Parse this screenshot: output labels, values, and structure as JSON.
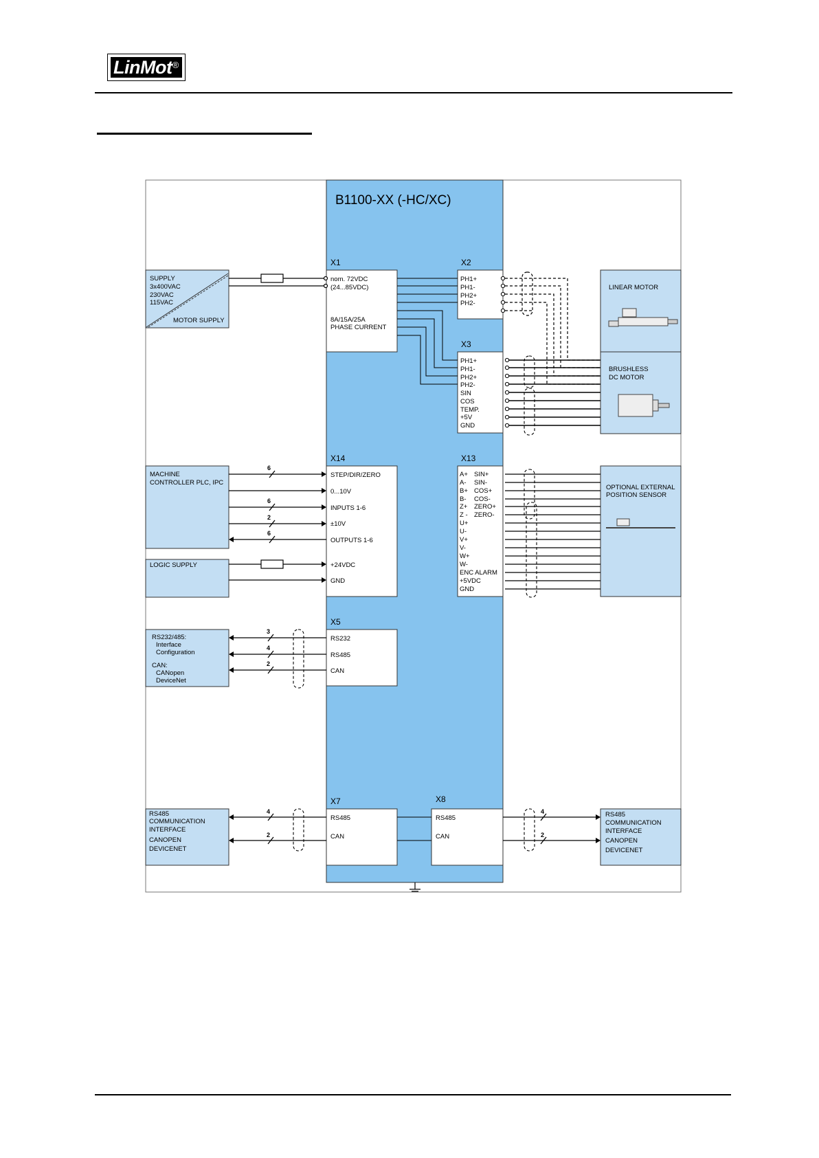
{
  "logo": {
    "text": "LinMot",
    "reg": "®"
  },
  "diagram": {
    "title": "B1100-XX (-HC/XC)",
    "x1": {
      "label": "X1",
      "lines": [
        "nom. 72VDC",
        "(24...85VDC)",
        "",
        "8A/15A/25A",
        "PHASE CURRENT"
      ]
    },
    "x2": {
      "label": "X2",
      "pins": [
        "PH1+",
        "PH1-",
        "PH2+",
        "PH2-"
      ]
    },
    "x3": {
      "label": "X3",
      "pins": [
        "PH1+",
        "PH1-",
        "PH2+",
        "PH2-",
        "SIN",
        "COS",
        "TEMP.",
        "+5V",
        "GND"
      ]
    },
    "x14": {
      "label": "X14",
      "pins": [
        "STEP/DIR/ZERO",
        "0...10V",
        "INPUTS 1-6",
        "±10V",
        "OUTPUTS 1-6",
        "+24VDC",
        "GND"
      ]
    },
    "x13": {
      "label": "X13",
      "pins": [
        "A+",
        "A-",
        "B+",
        "B-",
        "Z+",
        "Z -",
        "U+",
        "U-",
        "V+",
        "V-",
        "W+",
        "W-",
        "ENC ALARM",
        "+5VDC",
        "GND"
      ],
      "alt": [
        "SIN+",
        "SIN-",
        "COS+",
        "COS-",
        "ZERO+",
        "ZERO-"
      ]
    },
    "x5": {
      "label": "X5",
      "pins": [
        "RS232",
        "RS485",
        "CAN"
      ]
    },
    "x7": {
      "label": "X7",
      "pins": [
        "RS485",
        "CAN"
      ]
    },
    "x8": {
      "label": "X8",
      "pins": [
        "RS485",
        "CAN"
      ]
    },
    "supply": {
      "lines": [
        "SUPPLY",
        "3x400VAC",
        "230VAC",
        "115VAC"
      ],
      "motor_supply": "MOTOR SUPPLY"
    },
    "linear_motor": "LINEAR MOTOR",
    "brushless": [
      "BRUSHLESS",
      "DC MOTOR"
    ],
    "machine_controller": [
      "MACHINE",
      "CONTROLLER PLC, IPC"
    ],
    "logic_supply": "LOGIC SUPPLY",
    "rs232_box": [
      "RS232/485:",
      "Interface",
      "Configuration",
      "CAN:",
      "CANopen",
      "DeviceNet"
    ],
    "sensor": [
      "OPTIONAL EXTERNAL",
      "POSITION SENSOR"
    ],
    "comm_left": [
      "RS485",
      "COMMUNICATION",
      "INTERFACE",
      "CANOPEN",
      "DEVICENET"
    ],
    "comm_right": [
      "RS485",
      "COMMUNICATION",
      "INTERFACE",
      "CANOPEN",
      "DEVICENET"
    ],
    "bus_counts": {
      "x14": [
        "6",
        "",
        "6",
        "2",
        "6"
      ],
      "x5": [
        "3",
        "4",
        "2"
      ],
      "x7": [
        "4",
        "2"
      ],
      "x8": [
        "4",
        "2"
      ]
    }
  }
}
